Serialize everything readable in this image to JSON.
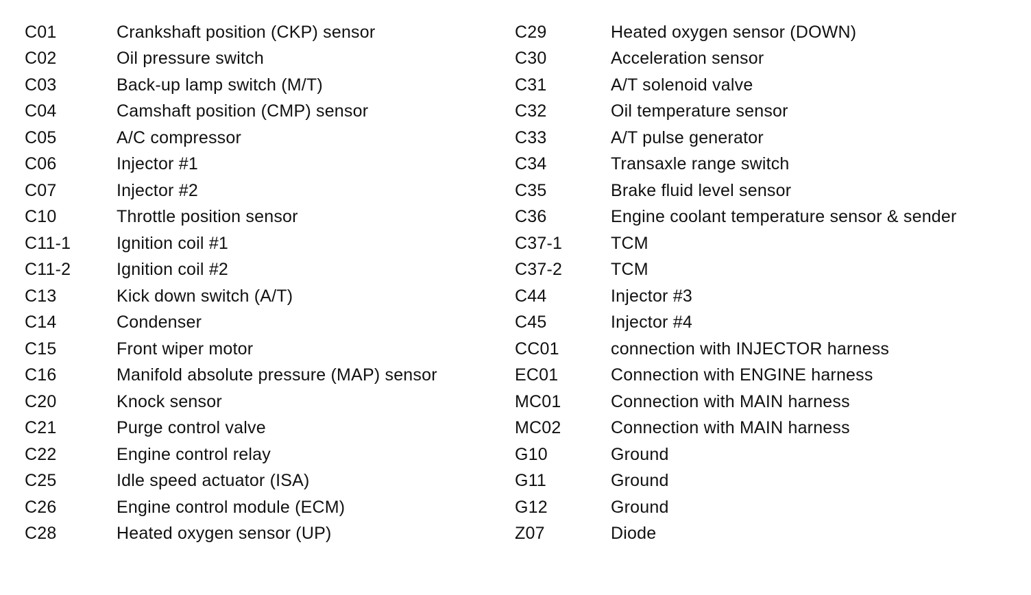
{
  "left_column": [
    {
      "code": "C01",
      "desc": "Crankshaft position (CKP) sensor"
    },
    {
      "code": "C02",
      "desc": "Oil pressure switch"
    },
    {
      "code": "C03",
      "desc": "Back-up lamp switch (M/T)"
    },
    {
      "code": "C04",
      "desc": "Camshaft position (CMP) sensor"
    },
    {
      "code": "C05",
      "desc": "A/C compressor"
    },
    {
      "code": "C06",
      "desc": "Injector #1"
    },
    {
      "code": "C07",
      "desc": "Injector #2"
    },
    {
      "code": "C10",
      "desc": "Throttle position sensor"
    },
    {
      "code": "C11-1",
      "desc": "Ignition coil #1"
    },
    {
      "code": "C11-2",
      "desc": "Ignition coil #2"
    },
    {
      "code": "C13",
      "desc": "Kick down switch (A/T)"
    },
    {
      "code": "C14",
      "desc": "Condenser"
    },
    {
      "code": "C15",
      "desc": "Front wiper motor"
    },
    {
      "code": "C16",
      "desc": "Manifold absolute pressure (MAP) sensor"
    },
    {
      "code": "C20",
      "desc": "Knock sensor"
    },
    {
      "code": "C21",
      "desc": "Purge control valve"
    },
    {
      "code": "C22",
      "desc": "Engine control relay"
    },
    {
      "code": "C25",
      "desc": "Idle speed actuator (ISA)"
    },
    {
      "code": "C26",
      "desc": "Engine control module (ECM)"
    },
    {
      "code": "C28",
      "desc": "Heated oxygen sensor (UP)"
    }
  ],
  "right_column": [
    {
      "code": "C29",
      "desc": "Heated oxygen sensor (DOWN)"
    },
    {
      "code": "C30",
      "desc": "Acceleration sensor"
    },
    {
      "code": "C31",
      "desc": "A/T solenoid valve"
    },
    {
      "code": "C32",
      "desc": "Oil temperature sensor"
    },
    {
      "code": "C33",
      "desc": "A/T pulse generator"
    },
    {
      "code": "C34",
      "desc": "Transaxle range switch"
    },
    {
      "code": "C35",
      "desc": "Brake fluid level sensor"
    },
    {
      "code": "C36",
      "desc": "Engine coolant temperature sensor & sender"
    },
    {
      "code": "C37-1",
      "desc": "TCM"
    },
    {
      "code": "C37-2",
      "desc": "TCM"
    },
    {
      "code": "C44",
      "desc": "Injector #3"
    },
    {
      "code": "C45",
      "desc": "Injector #4"
    },
    {
      "code": "CC01",
      "desc": "connection with INJECTOR harness"
    },
    {
      "code": "EC01",
      "desc": "Connection with ENGINE harness"
    },
    {
      "code": "MC01",
      "desc": "Connection with MAIN harness"
    },
    {
      "code": "MC02",
      "desc": "Connection with MAIN harness"
    },
    {
      "code": "G10",
      "desc": "Ground"
    },
    {
      "code": "G11",
      "desc": "Ground"
    },
    {
      "code": "G12",
      "desc": "Ground"
    },
    {
      "code": "Z07",
      "desc": "Diode"
    }
  ]
}
